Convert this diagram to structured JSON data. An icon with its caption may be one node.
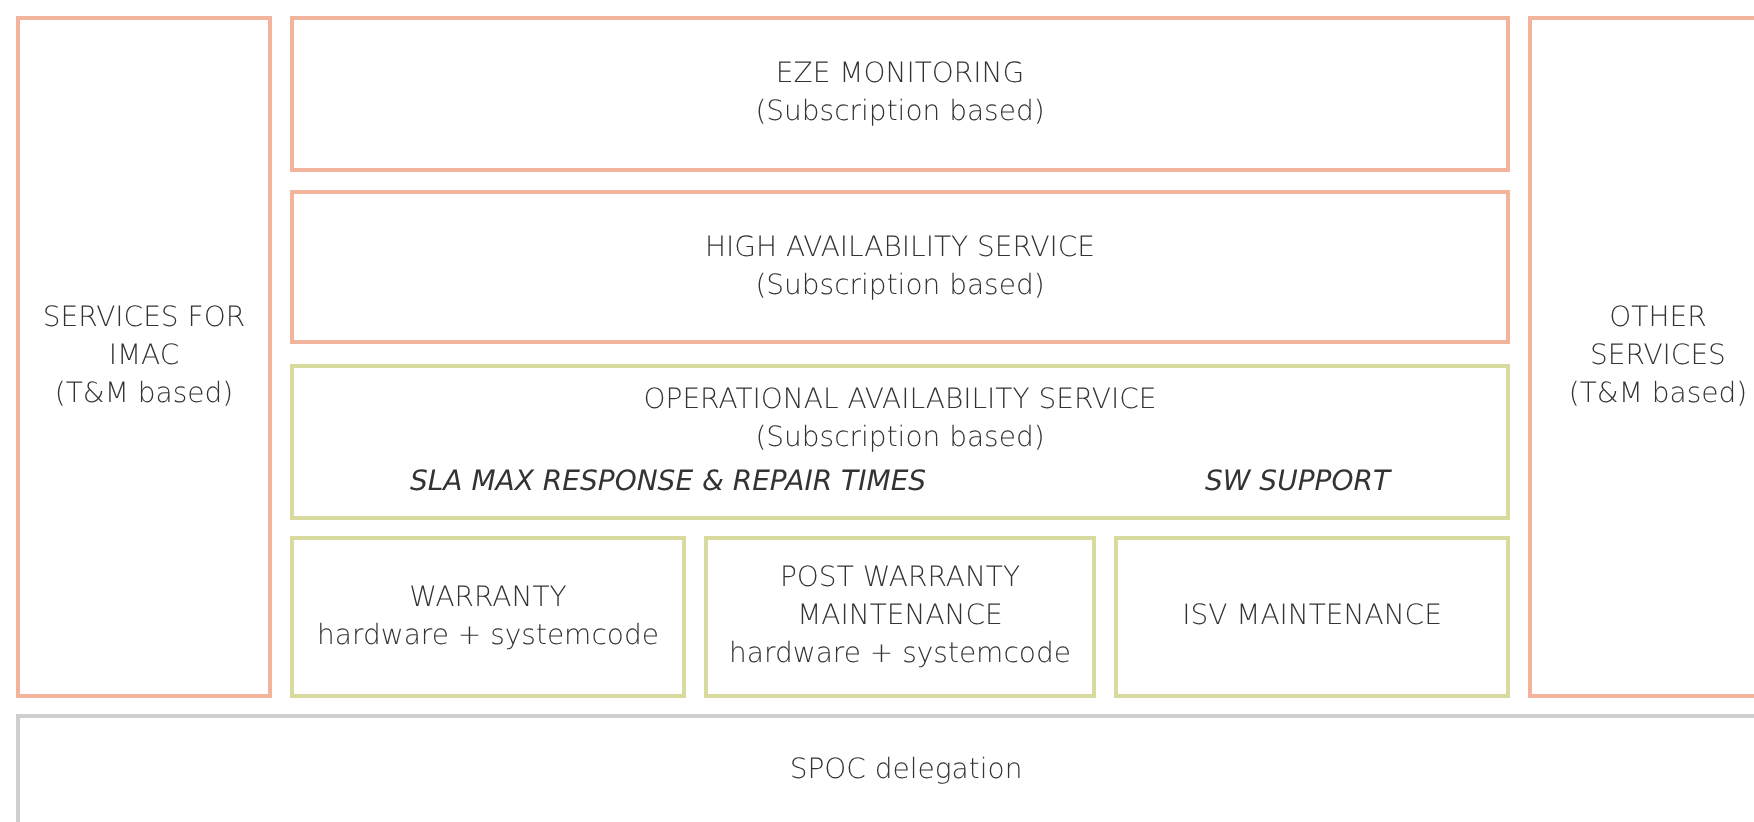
{
  "diagram": {
    "nodes": [
      {
        "text": [
          "SERVICES FOR IMAC",
          "(T&M based)"
        ]
      },
      {
        "text": [
          "EZE MONITORING",
          "(Subscription based)"
        ]
      },
      {
        "text": [
          "HIGH AVAILABILITY SERVICE",
          "(Subscription based)"
        ]
      },
      {
        "text": [
          "OPERATIONAL AVAILABILITY SERVICE",
          "(Subscription based)",
          "SLA MAX RESPONSE & REPAIR TIMES",
          "SW SUPPORT"
        ]
      },
      {
        "text": [
          "WARRANTY",
          "hardware + systemcode"
        ]
      },
      {
        "text": [
          "POST WARRANTY MAINTENANCE",
          "hardware + systemcode"
        ]
      },
      {
        "text": [
          "ISV MAINTENANCE"
        ]
      },
      {
        "text": [
          "OTHER SERVICES",
          "(T&M based)"
        ]
      },
      {
        "text": [
          "SPOC delegation"
        ]
      }
    ]
  }
}
